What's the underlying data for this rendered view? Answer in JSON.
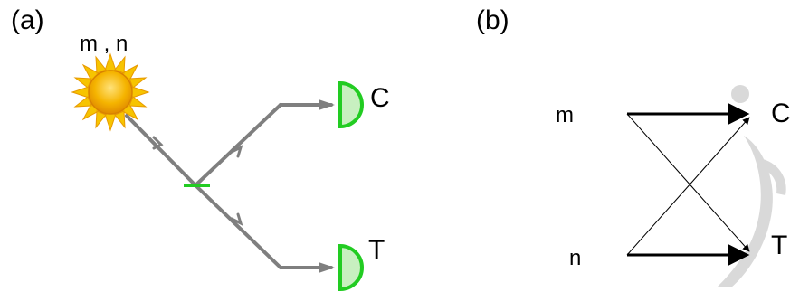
{
  "panel_a": {
    "label": "(a)",
    "source_label": "m , n",
    "detector_top": "C",
    "detector_bottom": "T"
  },
  "panel_b": {
    "label": "(b)",
    "input_top": "m",
    "input_bottom": "n",
    "output_top": "C",
    "output_bottom": "T"
  },
  "colors": {
    "beam": "#7f7f7f",
    "beam_splitter": "#22cc22",
    "detector_fill": "#c8f0c0",
    "detector_edge": "#22cc22",
    "sun_core": "#f5a000",
    "sun_rays": "#f7c400",
    "arrow": "#000000"
  },
  "icons": {
    "source": "sun-icon",
    "beam_splitter": "beam-splitter-icon",
    "detector": "detector-icon"
  }
}
